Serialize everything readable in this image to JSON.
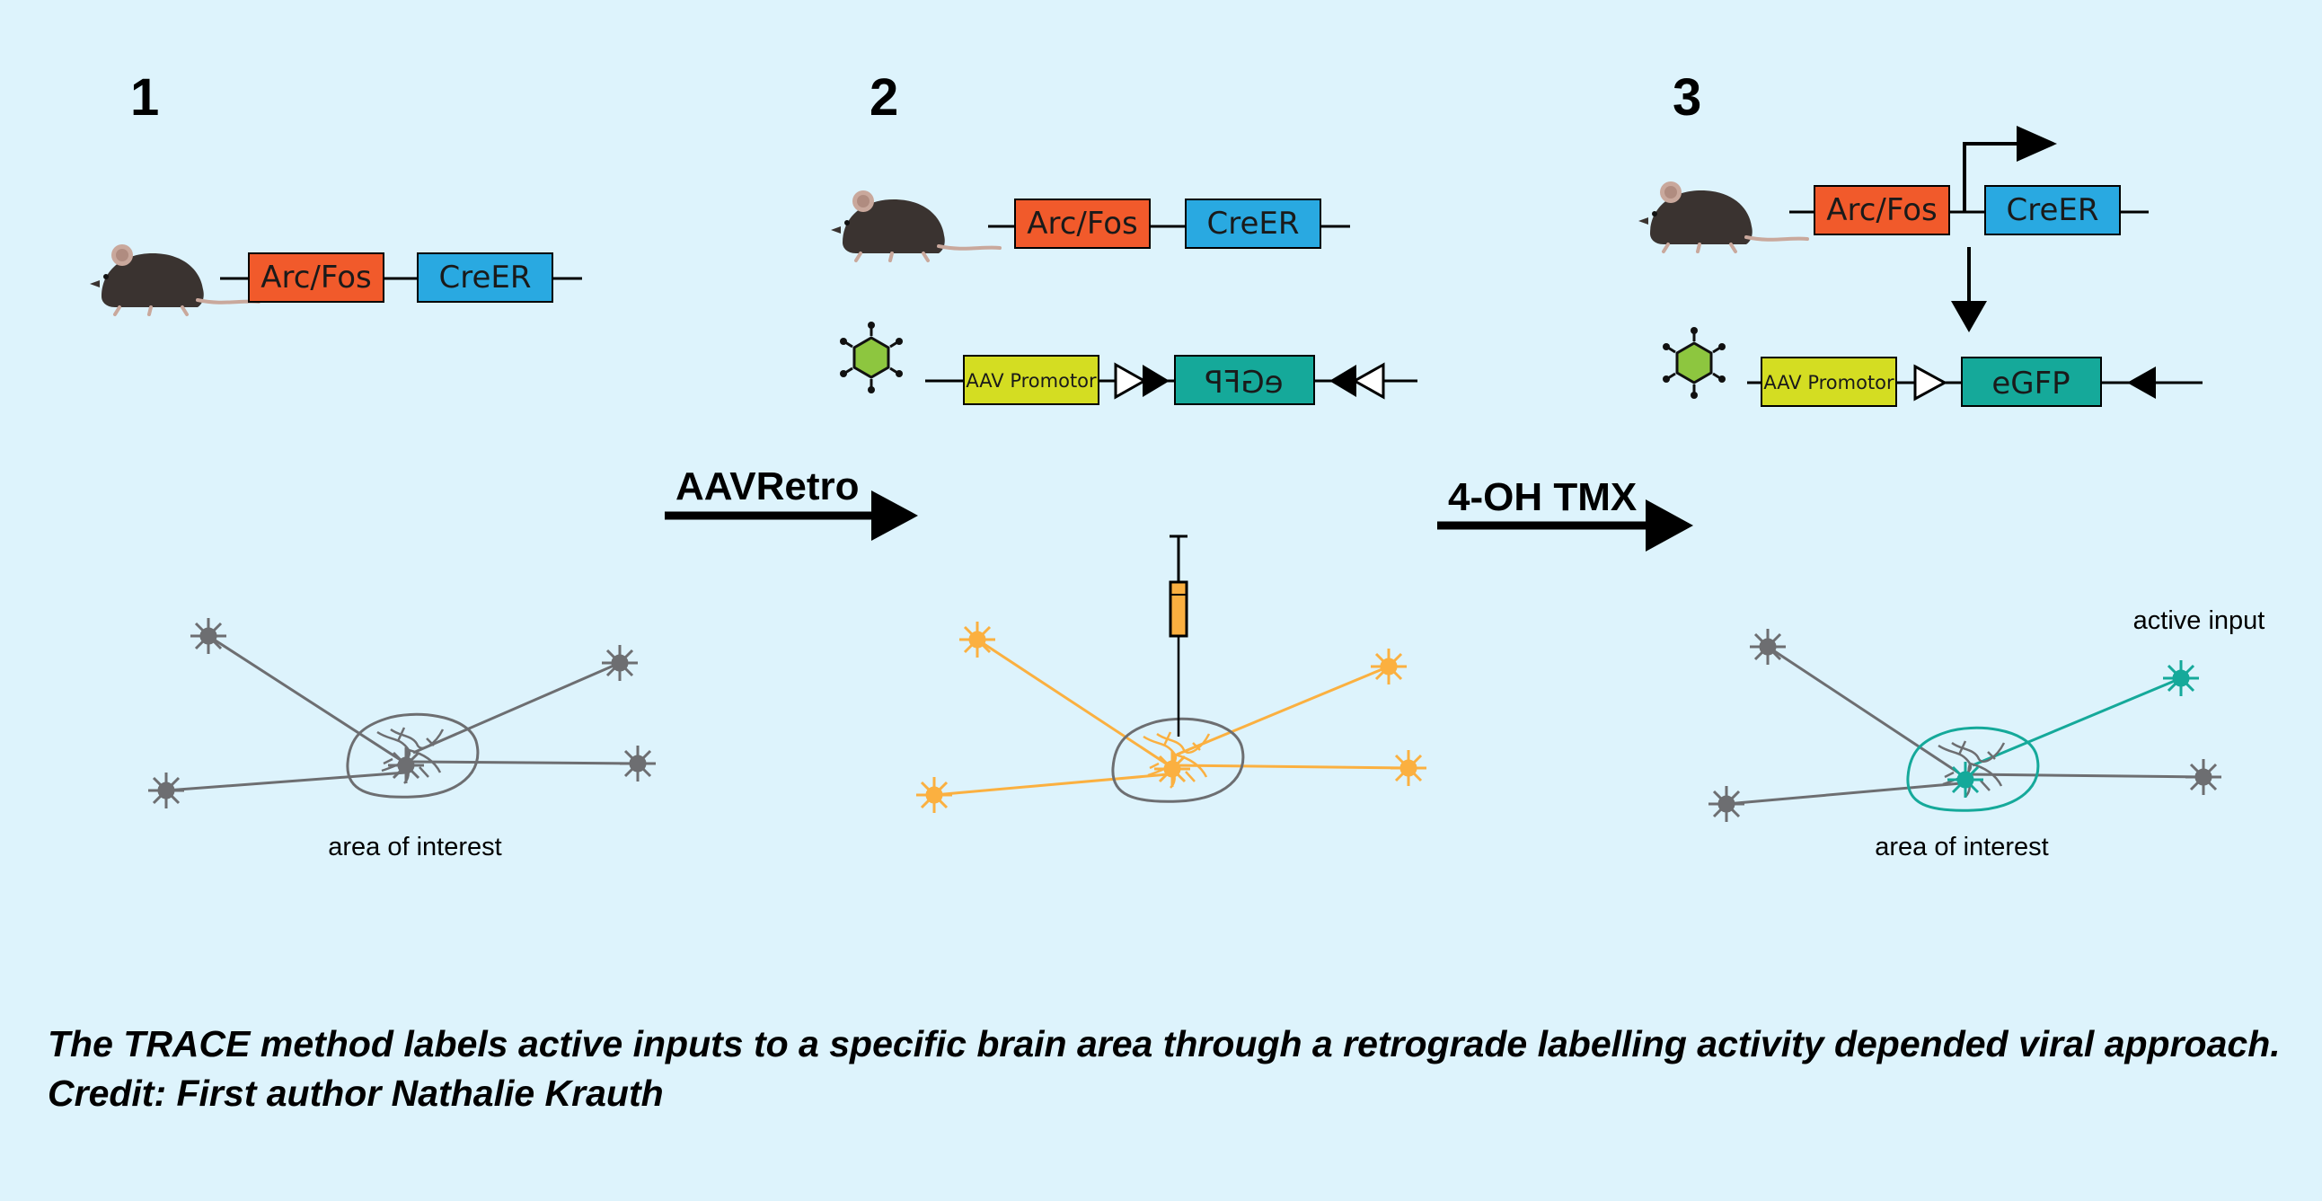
{
  "panels": [
    {
      "number": "1",
      "area_label": "area of interest"
    },
    {
      "number": "2"
    },
    {
      "number": "3",
      "area_label": "area of interest",
      "active_label": "active input"
    }
  ],
  "genes": {
    "arc_fos": "Arc/Fos",
    "creer": "CreER",
    "aav_promotor": "AAV Promotor",
    "egfp": "eGFP"
  },
  "steps": {
    "step1_label": "AAVRetro",
    "step2_label": "4-OH TMX"
  },
  "caption": {
    "line1": "The TRACE method labels active inputs to a specific brain area through a retrograde labelling activity depended viral approach.",
    "line2": "Credit: First author Nathalie Krauth"
  },
  "colors": {
    "background": "#ddf3fc",
    "arc_fos_box": "#f15a2b",
    "creer_box": "#29a9e1",
    "aav_promotor_box": "#d4dd22",
    "egfp_box": "#15a99a",
    "virus": "#8dc63f",
    "neuron_inactive": "#6d6e71",
    "neuron_labelled": "#fbb040",
    "neuron_active": "#15a99a"
  },
  "icons": [
    "mouse-icon",
    "virus-icon",
    "syringe-icon",
    "neuron-icon"
  ]
}
